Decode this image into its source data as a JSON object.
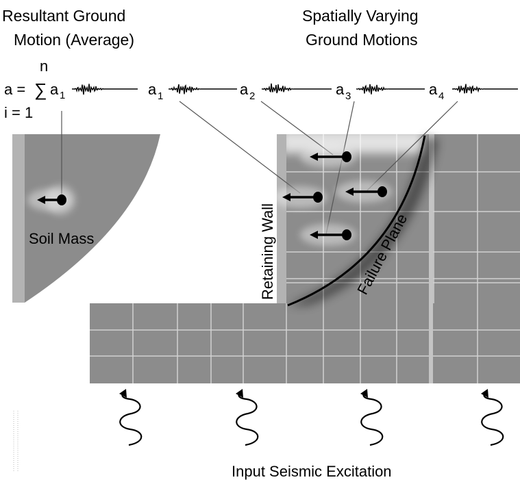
{
  "titles": {
    "resultant_line1": "Resultant Ground",
    "resultant_line2": "Motion (Average)",
    "spatial_line1": "Spatially Varying",
    "spatial_line2": "Ground Motions"
  },
  "formula": {
    "lhs": "a =",
    "sum_symbol": "∑",
    "upper_limit": "n",
    "term": "a",
    "term_subscript": "1",
    "lower_limit": "i = 1"
  },
  "accelerations": [
    {
      "symbol": "a",
      "subscript": "1"
    },
    {
      "symbol": "a",
      "subscript": "2"
    },
    {
      "symbol": "a",
      "subscript": "3"
    },
    {
      "symbol": "a",
      "subscript": "4"
    }
  ],
  "labels": {
    "soil_mass": "Soil Mass",
    "retaining_wall": "Retaining Wall",
    "failure_plane": "Failure Plane",
    "input_excitation": "Input Seismic Excitation"
  },
  "colors": {
    "soil": "#8c8c8c",
    "grid_line": "#d9d9d9",
    "wall": "#b3b3b3",
    "ink": "#000000",
    "background": "#ffffff"
  },
  "icons": {
    "force_arrow": "left-arrow-with-dot",
    "excitation": "spiral-wave-arrow",
    "signal": "seismic-waveform"
  }
}
